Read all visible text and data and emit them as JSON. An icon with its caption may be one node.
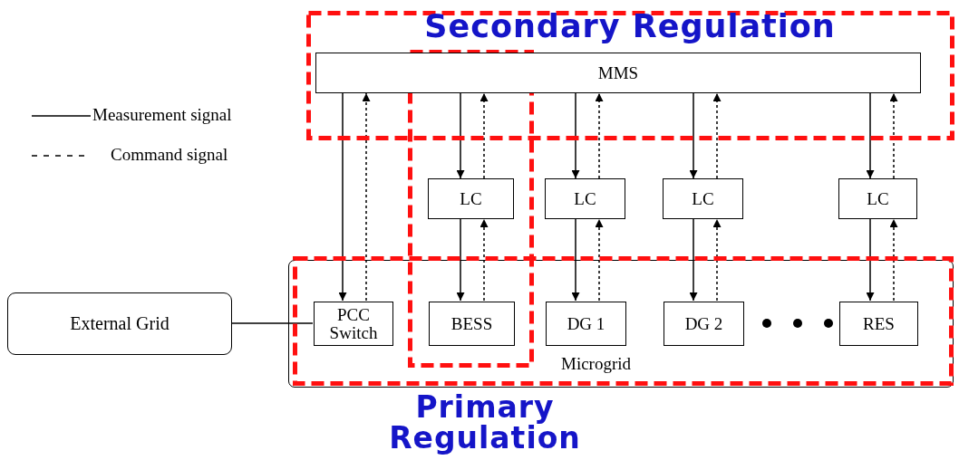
{
  "diagram": {
    "nodes": [
      {
        "text": [
          "MMS"
        ]
      },
      {
        "text": [
          "LC"
        ]
      },
      {
        "text": [
          "LC"
        ]
      },
      {
        "text": [
          "LC"
        ]
      },
      {
        "text": [
          "LC"
        ]
      },
      {
        "text": [
          "External Grid"
        ]
      },
      {
        "text": [
          "Microgrid"
        ]
      },
      {
        "text": [
          "PCC Switch"
        ],
        "in": 6
      },
      {
        "text": [
          "BESS"
        ],
        "in": 6
      },
      {
        "text": [
          "DG 1"
        ],
        "in": 6
      },
      {
        "text": [
          "DG 2"
        ],
        "in": 6
      },
      {
        "text": [
          "RES"
        ],
        "in": 6
      }
    ],
    "edges": [
      {
        "from": 0,
        "to": 7,
        "arrow": "to"
      },
      {
        "from": 7,
        "to": 0,
        "arrow": "to",
        "style": "dashed"
      },
      {
        "from": 0,
        "to": 1,
        "arrow": "to"
      },
      {
        "from": 1,
        "to": 0,
        "arrow": "to",
        "style": "dashed"
      },
      {
        "from": 0,
        "to": 2,
        "arrow": "to"
      },
      {
        "from": 2,
        "to": 0,
        "arrow": "to",
        "style": "dashed"
      },
      {
        "from": 0,
        "to": 3,
        "arrow": "to"
      },
      {
        "from": 3,
        "to": 0,
        "arrow": "to",
        "style": "dashed"
      },
      {
        "from": 0,
        "to": 4,
        "arrow": "to"
      },
      {
        "from": 4,
        "to": 0,
        "arrow": "to",
        "style": "dashed"
      },
      {
        "from": 1,
        "to": 8,
        "arrow": "to"
      },
      {
        "from": 8,
        "to": 1,
        "arrow": "to",
        "style": "dashed"
      },
      {
        "from": 2,
        "to": 9,
        "arrow": "to"
      },
      {
        "from": 9,
        "to": 2,
        "arrow": "to",
        "style": "dashed"
      },
      {
        "from": 3,
        "to": 10,
        "arrow": "to"
      },
      {
        "from": 10,
        "to": 3,
        "arrow": "to",
        "style": "dashed"
      },
      {
        "from": 4,
        "to": 11,
        "arrow": "to"
      },
      {
        "from": 11,
        "to": 4,
        "arrow": "to",
        "style": "dashed"
      },
      {
        "from": 5,
        "to": 7,
        "arrow": "none"
      }
    ],
    "labels": [
      "Secondary Regulation",
      "Primary Regulation"
    ],
    "legend": [
      {
        "text": "Measurement signal"
      },
      {
        "text": "Command signal"
      }
    ]
  }
}
